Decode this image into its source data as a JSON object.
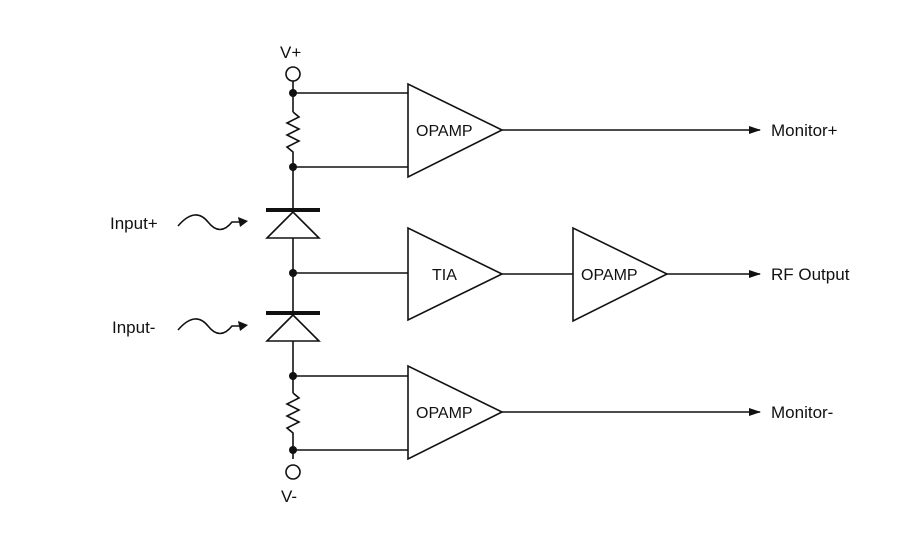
{
  "labels": {
    "vplus": "V+",
    "vminus": "V-",
    "input_plus": "Input+",
    "input_minus": "Input-",
    "monitor_plus": "Monitor+",
    "monitor_minus": "Monitor-",
    "rf_output": "RF Output"
  },
  "amplifiers": {
    "top": "OPAMP",
    "tia": "TIA",
    "rf": "OPAMP",
    "bottom": "OPAMP"
  },
  "colors": {
    "line": "#111111",
    "background": "#ffffff"
  }
}
